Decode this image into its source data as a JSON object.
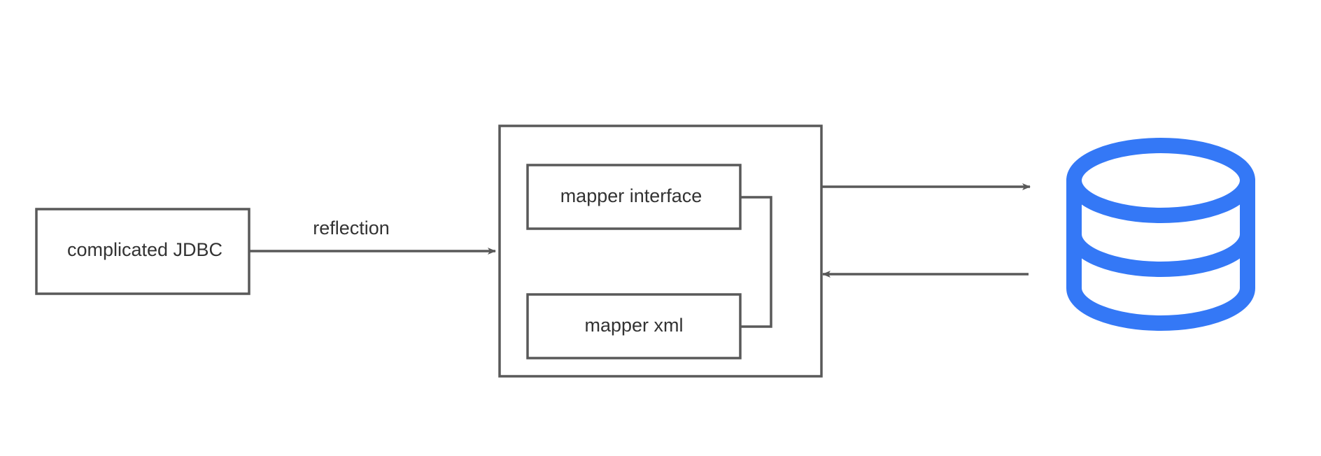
{
  "diagram": {
    "source_box": {
      "label": "complicated JDBC"
    },
    "edge_label": "reflection",
    "mybatis_box": {
      "mapper_interface": {
        "label": "mapper interface"
      },
      "mapper_xml": {
        "label": "mapper xml"
      }
    },
    "database": {
      "icon": "database-icon"
    }
  },
  "colors": {
    "stroke": "#595959",
    "text": "#333333",
    "database_blue": "#3478F6",
    "background": "#FFFFFF"
  }
}
